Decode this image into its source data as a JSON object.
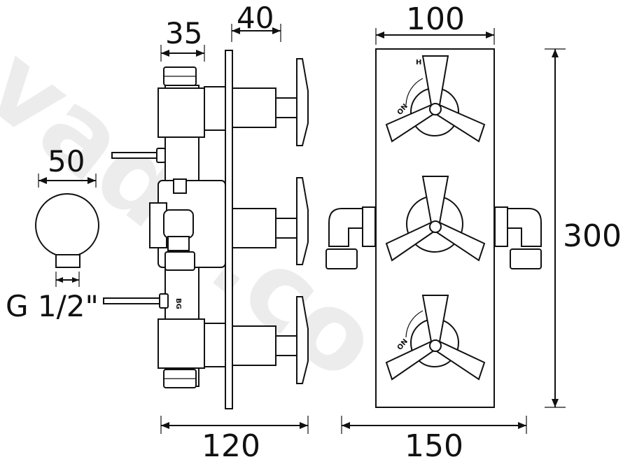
{
  "dimensions": {
    "side_depth_35": "35",
    "side_projection_40": "40",
    "outlet_diameter_50": "50",
    "outlet_thread": "G 1/2\"",
    "side_total_width_120": "120",
    "front_width_100": "100",
    "front_height_300": "300",
    "front_overall_width_150": "150"
  },
  "labels": {
    "hot_cold_mark": "H   E",
    "on_mark_top": "ON",
    "on_mark_bottom": "ON",
    "body_mark": "BG"
  },
  "watermark": {
    "text": "vado.co"
  },
  "colors": {
    "line": "#111111",
    "background": "#ffffff",
    "watermark": "#ececec"
  }
}
